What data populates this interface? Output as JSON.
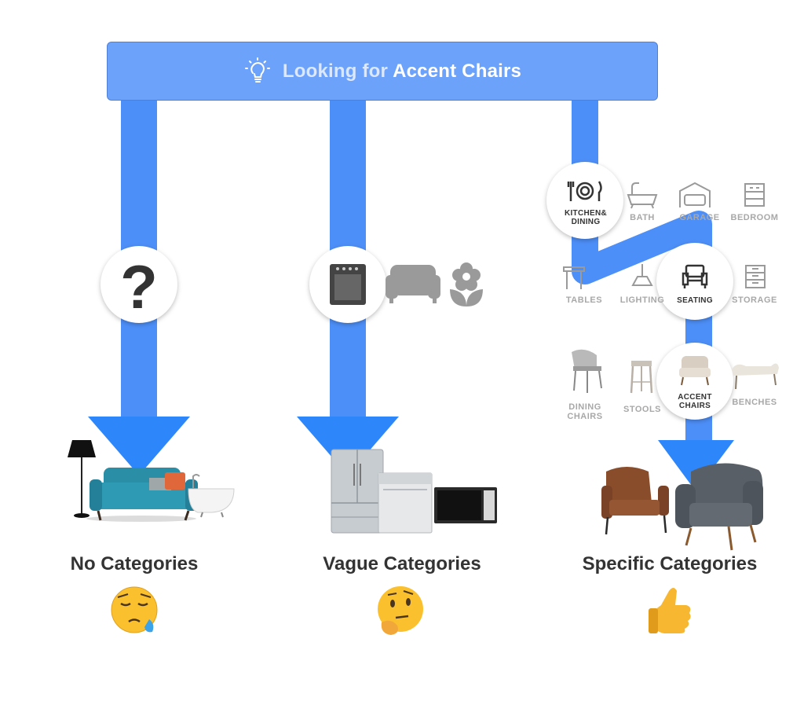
{
  "banner": {
    "icon": "lightbulb-icon",
    "prefix": "Looking for",
    "emphasis": "Accent Chairs"
  },
  "colors": {
    "banner": "#6da2fb",
    "arrow": "#4d8ff8",
    "arrow_head": "#2e86fb",
    "icon_gray": "#9a9a9a",
    "label_gray": "#a8a8a8"
  },
  "columns": [
    {
      "title": "No Categories",
      "node_icon": "question-icon",
      "emoji_icon": "sleepy-face-emoji-icon"
    },
    {
      "title": "Vague Categories",
      "node_icon": "oven-icon",
      "side_icons": [
        "sofa-icon",
        "flower-icon"
      ],
      "emoji_icon": "thinking-face-emoji-icon"
    },
    {
      "title": "Specific Categories",
      "emoji_icon": "thumbs-up-emoji-icon"
    }
  ],
  "specific": {
    "level1": [
      {
        "label_line1": "KITCHEN&",
        "label_line2": "DINING",
        "icon": "plate-cutlery-icon",
        "selected": true
      },
      {
        "label": "BATH",
        "icon": "bathtub-icon"
      },
      {
        "label": "GARAGE",
        "icon": "garage-icon"
      },
      {
        "label": "BEDROOM",
        "icon": "dresser-icon"
      }
    ],
    "level2": [
      {
        "label": "TABLES",
        "icon": "table-icon"
      },
      {
        "label": "LIGHTING",
        "icon": "lamp-icon"
      },
      {
        "label": "SEATING",
        "icon": "armchair-icon",
        "selected": true
      },
      {
        "label": "STORAGE",
        "icon": "cabinet-icon"
      }
    ],
    "level3": [
      {
        "label_line1": "DINING",
        "label_line2": "CHAIRS",
        "icon": "dining-chair-photo"
      },
      {
        "label": "STOOLS",
        "icon": "stool-photo"
      },
      {
        "label_line1": "ACCENT",
        "label_line2": "CHAIRS",
        "icon": "accent-chair-photo",
        "selected": true
      },
      {
        "label": "BENCHES",
        "icon": "bench-photo"
      }
    ]
  }
}
